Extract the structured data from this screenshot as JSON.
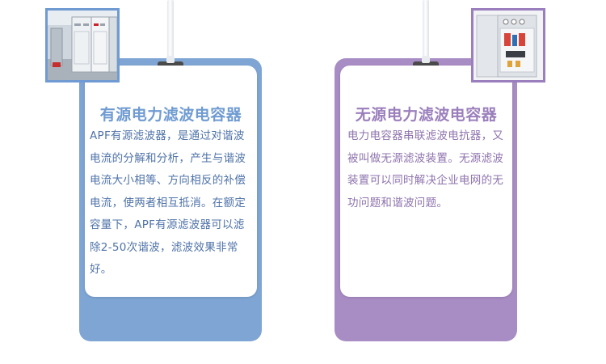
{
  "cards": [
    {
      "title": "有源电力滤波电容器",
      "description": "APF有源滤波器，是通过对谐波电流的分解和分析，产生与谐波电流大小相等、方向相反的补偿电流，使两者相互抵消。在额定容量下，APF有源滤波器可以滤除2-50次谐波，滤波效果非常好。",
      "color": "#7ea5d4",
      "image": "active-filter-cabinets-photo"
    },
    {
      "title": "无源电力滤波电容器",
      "description": "电力电容器串联滤波电抗器，又被叫做无源滤波装置。无源滤波装置可以同时解决企业电网的无功问题和谐波问题。",
      "color": "#a88cc4",
      "image": "passive-filter-panel-photo"
    }
  ]
}
